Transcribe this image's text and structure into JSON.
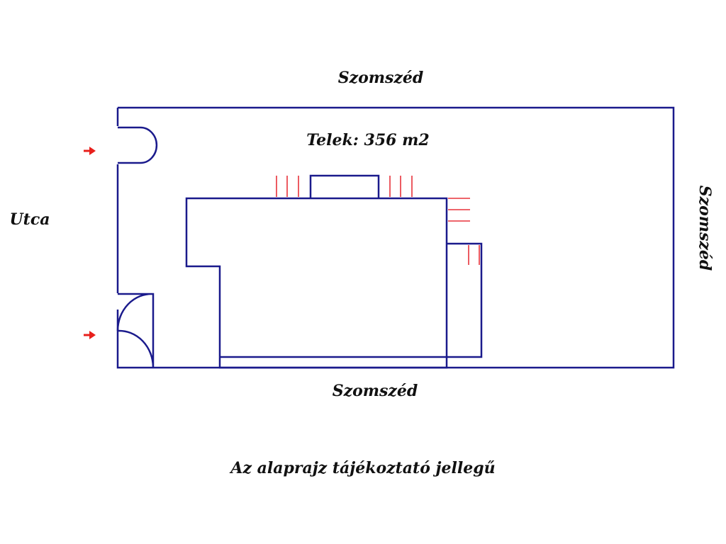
{
  "labels": {
    "neighbor_top": "Szomszéd",
    "neighbor_bottom": "Szomszéd",
    "neighbor_right": "Szomszéd",
    "street": "Utca",
    "plot_area": "Telek: 356 m2",
    "disclaimer": "Az alaprajz tájékoztató jellegű"
  },
  "colors": {
    "wall": "#1a1a8c",
    "steps": "#e8323a",
    "arrow": "#e8201c",
    "text": "#111111"
  },
  "icons": {
    "entrance_arrow": "right-arrow-icon"
  }
}
